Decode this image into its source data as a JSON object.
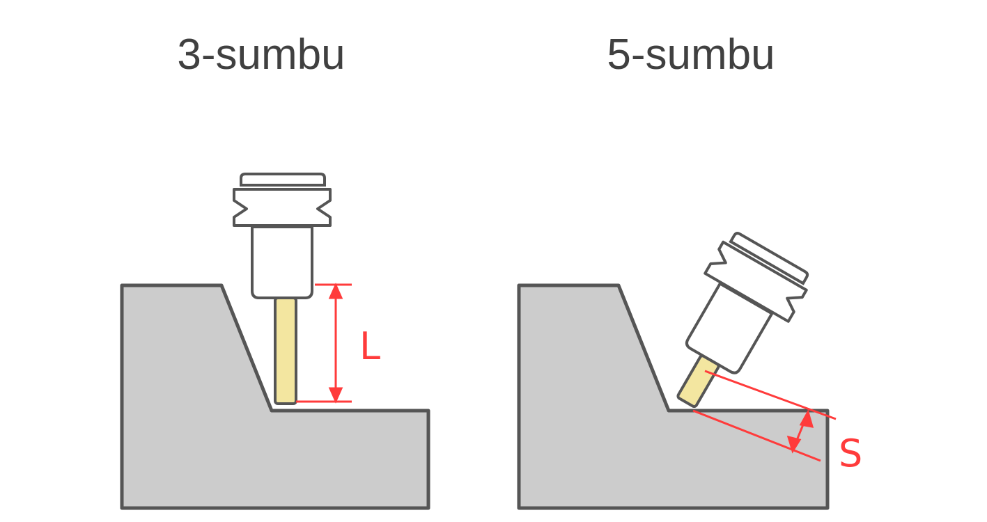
{
  "titles": {
    "left": "3-sumbu",
    "right": "5-sumbu"
  },
  "labels": {
    "left_dimension": "L",
    "right_dimension": "S"
  },
  "colors": {
    "workpiece_fill": "#cccccc",
    "outline": "#555555",
    "tool_fill": "#f3e6a0",
    "dimension": "#ff3b3b",
    "title_text": "#404040"
  }
}
